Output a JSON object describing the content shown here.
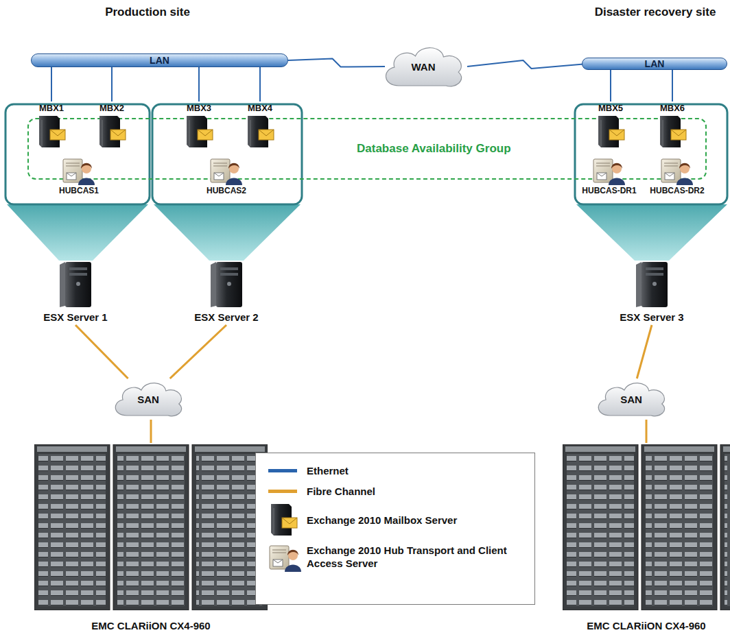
{
  "diagram": {
    "nodes": [
      {
        "text": [
          "LAN"
        ]
      },
      {
        "text": [
          "WAN"
        ]
      },
      {
        "text": [
          "LAN"
        ]
      },
      {
        "text": [
          "Database Availability Group"
        ]
      },
      {
        "text": [
          "MBX1"
        ]
      },
      {
        "text": [
          "MBX2"
        ]
      },
      {
        "text": [
          "MBX3"
        ]
      },
      {
        "text": [
          "MBX4"
        ]
      },
      {
        "text": [
          "MBX5"
        ]
      },
      {
        "text": [
          "MBX6"
        ]
      },
      {
        "text": [
          "HUBCAS1"
        ]
      },
      {
        "text": [
          "HUBCAS2"
        ]
      },
      {
        "text": [
          "HUBCAS-DR1"
        ]
      },
      {
        "text": [
          "HUBCAS-DR2"
        ]
      },
      {
        "text": [
          "ESX Server 1"
        ]
      },
      {
        "text": [
          "ESX Server 2"
        ]
      },
      {
        "text": [
          "ESX Server 3"
        ]
      },
      {
        "text": [
          "SAN"
        ]
      },
      {
        "text": [
          "SAN"
        ]
      },
      {
        "text": [
          "EMC CLARiiON CX4-960"
        ]
      },
      {
        "text": [
          "EMC CLARiiON CX4-960"
        ]
      }
    ],
    "edges": [
      {
        "from": 0,
        "to": 1,
        "arrow": "none"
      },
      {
        "from": 1,
        "to": 2,
        "arrow": "none"
      },
      {
        "from": 0,
        "to": 4,
        "arrow": "none"
      },
      {
        "from": 0,
        "to": 5,
        "arrow": "none"
      },
      {
        "from": 0,
        "to": 6,
        "arrow": "none"
      },
      {
        "from": 0,
        "to": 7,
        "arrow": "none"
      },
      {
        "from": 2,
        "to": 8,
        "arrow": "none"
      },
      {
        "from": 2,
        "to": 9,
        "arrow": "none"
      },
      {
        "from": 14,
        "to": 17,
        "arrow": "none"
      },
      {
        "from": 15,
        "to": 17,
        "arrow": "none"
      },
      {
        "from": 17,
        "to": 19,
        "arrow": "none"
      },
      {
        "from": 16,
        "to": 18,
        "arrow": "none"
      },
      {
        "from": 18,
        "to": 20,
        "arrow": "none"
      }
    ],
    "labels": [
      "Production site",
      "Disaster recovery site"
    ],
    "legend": [
      {
        "text": "Ethernet",
        "color": "#2a64ad"
      },
      {
        "text": "Fibre Channel",
        "color": "#e0a030"
      },
      {
        "text": "Exchange 2010 Mailbox Server"
      },
      {
        "text": "Exchange 2010 Hub Transport and Client Access Server"
      }
    ]
  }
}
